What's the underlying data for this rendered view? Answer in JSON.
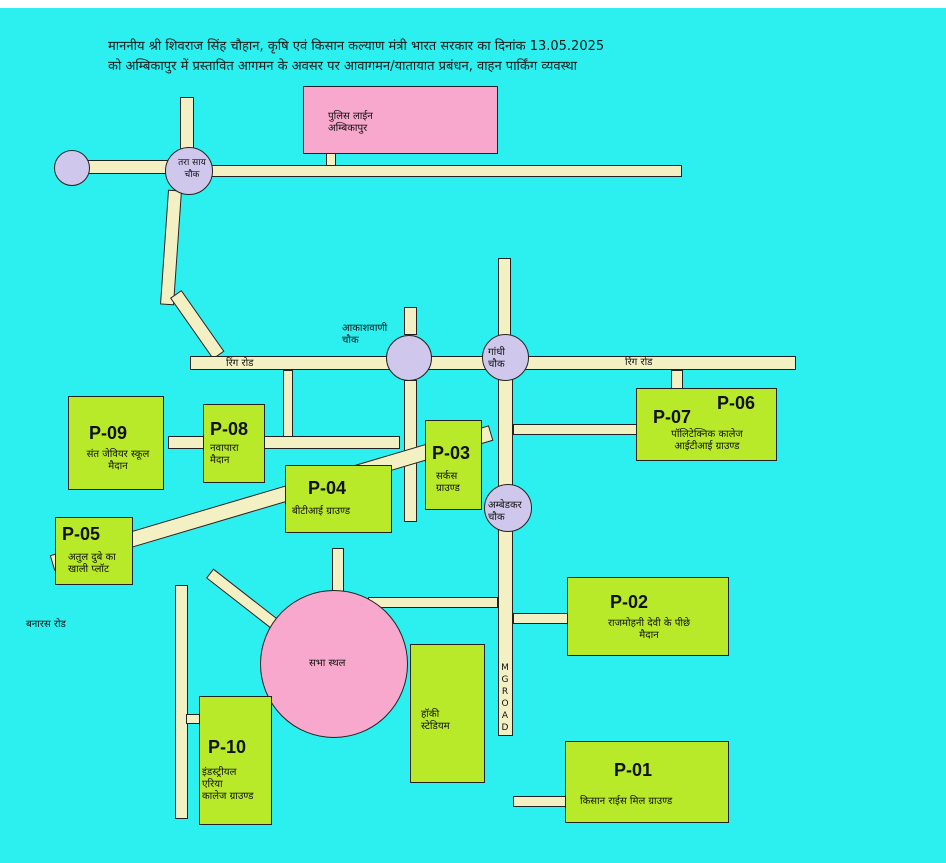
{
  "title": {
    "line1": "माननीय श्री शिवराज सिंह चौहान, कृषि एवं किसान कल्याण मंत्री भारत सरकार का दिनांक 13.05.2025",
    "line2": "को अम्बिकापुर में प्रस्तावित आगमन के अवसर पर आवागमन/यातायात प्रबंधन, वाहन पार्किंग व्यवस्था"
  },
  "landmarks": {
    "police_line": "पुलिस लाईन\nअम्बिकापुर",
    "sabha_sthal": "सभा स्थल",
    "hockey_stadium": "हॉकी\nस्टेडियम"
  },
  "chowks": {
    "left_top": "तरा साय\nचौक",
    "akashvani": "आकाशवाणी\nचौक",
    "gandhi": "गांधी\nचौक",
    "ambedkar": "अम्बेडकर\nचौक"
  },
  "roads": {
    "ring_road_left": "रिंग रोड",
    "ring_road_right": "रिंग रोड",
    "banaras_road": "बनारस रोड",
    "mg_road": "MGROAD"
  },
  "parkings": [
    {
      "code": "P-01",
      "name": "किसान राईस मिल ग्राउण्ड"
    },
    {
      "code": "P-02",
      "name": "राजमोहनी देवी के पीछे\nमैदान"
    },
    {
      "code": "P-03",
      "name": "सर्कस\nग्राउण्ड"
    },
    {
      "code": "P-04",
      "name": "बीटीआई ग्राउण्ड"
    },
    {
      "code": "P-05",
      "name": "अतुल दुबे का\nखाली प्लॉट"
    },
    {
      "code": "P-06",
      "name": ""
    },
    {
      "code": "P-07",
      "name": "पॉलिटेक्निक कालेज\nआईटीआई ग्राउण्ड"
    },
    {
      "code": "P-08",
      "name": "नवापारा\nमैदान"
    },
    {
      "code": "P-09",
      "name": "संत जेवियर स्कूल\nमैदान"
    },
    {
      "code": "P-10",
      "name": "इंडस्ट्रीयल\nएरिया\nकालेज ग्राउण्ड"
    }
  ],
  "colors": {
    "background": "#2cf0f0",
    "road": "#f3f0c4",
    "parking": "#b8ea2a",
    "chowk": "#cfc8ec",
    "landmark": "#f7a8cc"
  }
}
